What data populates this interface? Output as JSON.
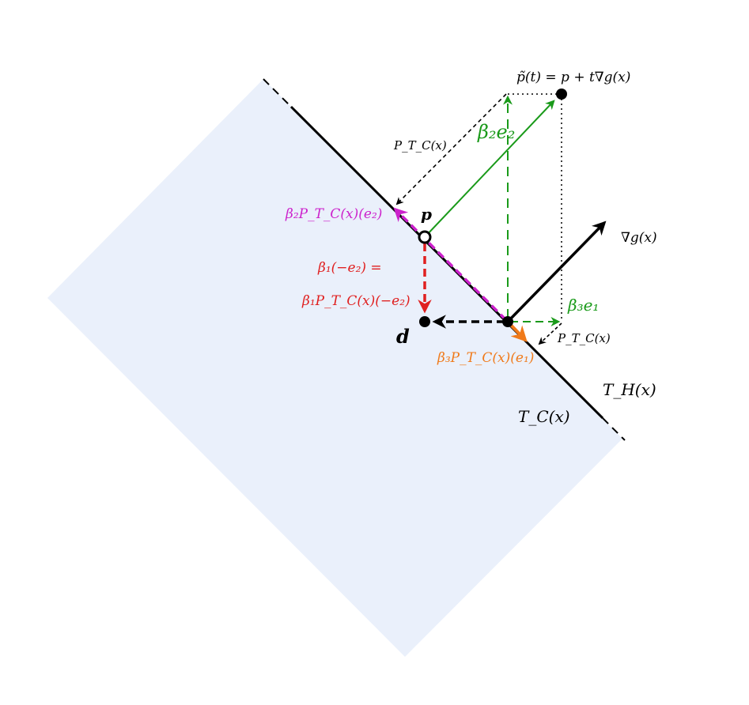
{
  "labels": {
    "p_tilde": "p̃(t) = p + t∇g(x)",
    "beta2_e2": "β₂e₂",
    "proj_top": "P_T_C(x)",
    "beta2_proj": "β₂P_T_C(x)(e₂)",
    "p": "p",
    "grad_g": "∇g(x)",
    "beta1_line1": "β₁(−e₂) =",
    "beta1_line2": "β₁P_T_C(x)(−e₂)",
    "d": "d",
    "beta3_e1": "β₃e₁",
    "proj_right": "P_T_C(x)",
    "beta3_proj": "β₃P_T_C(x)(e₁)",
    "T_H": "T_H(x)",
    "T_C": "T_C(x)"
  },
  "colors": {
    "region": "#eaf0fb",
    "black": "#000000",
    "green": "#1a9a1a",
    "magenta": "#cc22cc",
    "red": "#e02020",
    "orange": "#f07a1a"
  }
}
